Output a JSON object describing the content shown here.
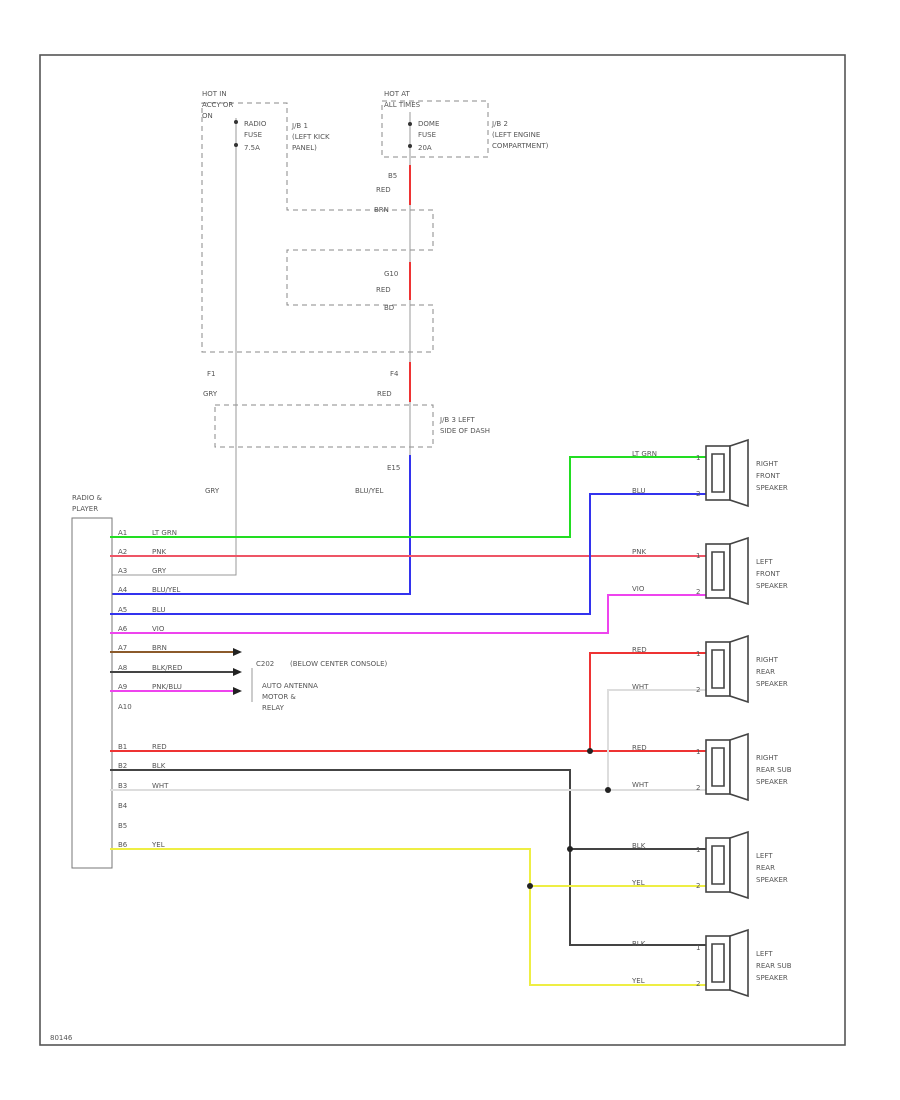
{
  "colors": {
    "lt_grn": "#22dd22",
    "blu": "#3333ee",
    "pnk": "#ee5566",
    "vio": "#ee44ee",
    "red": "#ee3333",
    "gry": "#bbbbbb",
    "blk": "#444444",
    "wht": "#dddddd",
    "yel": "#eeee44",
    "brn": "#8b5a2b"
  },
  "power": {
    "hot_a_label": "HOT IN ACCY OR ON",
    "fuse_a_name": "RADIO FUSE",
    "fuse_a_rating": "7.5A",
    "jb1_label": "J/B 1 (LEFT KICK PANEL)",
    "hot_b_label": "HOT AT ALL TIMES",
    "fuse_b_name": "DOME FUSE",
    "fuse_b_rating": "20A",
    "jb2_label": "J/B 2 (LEFT ENGINE COMPARTMENT)",
    "jb3_label": "J/B 3 LEFT SIDE OF DASH",
    "c1": "B5",
    "c1_wire": "RED",
    "c1b_wire": "BRN",
    "c2": "G10",
    "c2_wire": "RED",
    "c2b_wire": "BD",
    "c3a": "F1",
    "c3a_wire": "GRY",
    "c3b": "F4",
    "c3b_wire": "RED",
    "c4": "E15",
    "gry_label": "GRY",
    "bluyel_label": "BLU/YEL"
  },
  "radio": {
    "title": "RADIO & PLAYER",
    "pins": [
      {
        "pin": "A1",
        "wire": "LT GRN"
      },
      {
        "pin": "A2",
        "wire": "PNK"
      },
      {
        "pin": "A3",
        "wire": "GRY"
      },
      {
        "pin": "A4",
        "wire": "BLU/YEL"
      },
      {
        "pin": "A5",
        "wire": "BLU"
      },
      {
        "pin": "A6",
        "wire": "VIO"
      },
      {
        "pin": "A7",
        "wire": "BRN"
      },
      {
        "pin": "A8",
        "wire": "BLK/RED"
      },
      {
        "pin": "A9",
        "wire": "PNK/BLU"
      },
      {
        "pin": "A10",
        "wire": ""
      },
      {
        "pin": "B1",
        "wire": "RED"
      },
      {
        "pin": "B2",
        "wire": "BLK"
      },
      {
        "pin": "B3",
        "wire": "WHT"
      },
      {
        "pin": "B4",
        "wire": ""
      },
      {
        "pin": "B5",
        "wire": ""
      },
      {
        "pin": "B6",
        "wire": "YEL"
      }
    ]
  },
  "antenna": {
    "connector": "C202",
    "location": "(BELOW CENTER CONSOLE)",
    "name": "AUTO ANTENNA MOTOR & RELAY"
  },
  "speakers": [
    {
      "name": "RIGHT FRONT SPEAKER",
      "w1": "LT GRN",
      "w2": "BLU"
    },
    {
      "name": "LEFT FRONT SPEAKER",
      "w1": "PNK",
      "w2": "VIO"
    },
    {
      "name": "RIGHT REAR SPEAKER",
      "w1": "RED",
      "w2": "WHT"
    },
    {
      "name": "RIGHT REAR SUB SPEAKER",
      "w1": "RED",
      "w2": "WHT"
    },
    {
      "name": "LEFT REAR SPEAKER",
      "w1": "BLK",
      "w2": "YEL"
    },
    {
      "name": "LEFT REAR SUB SPEAKER",
      "w1": "BLK",
      "w2": "YEL"
    }
  ],
  "footer_code": "80146"
}
